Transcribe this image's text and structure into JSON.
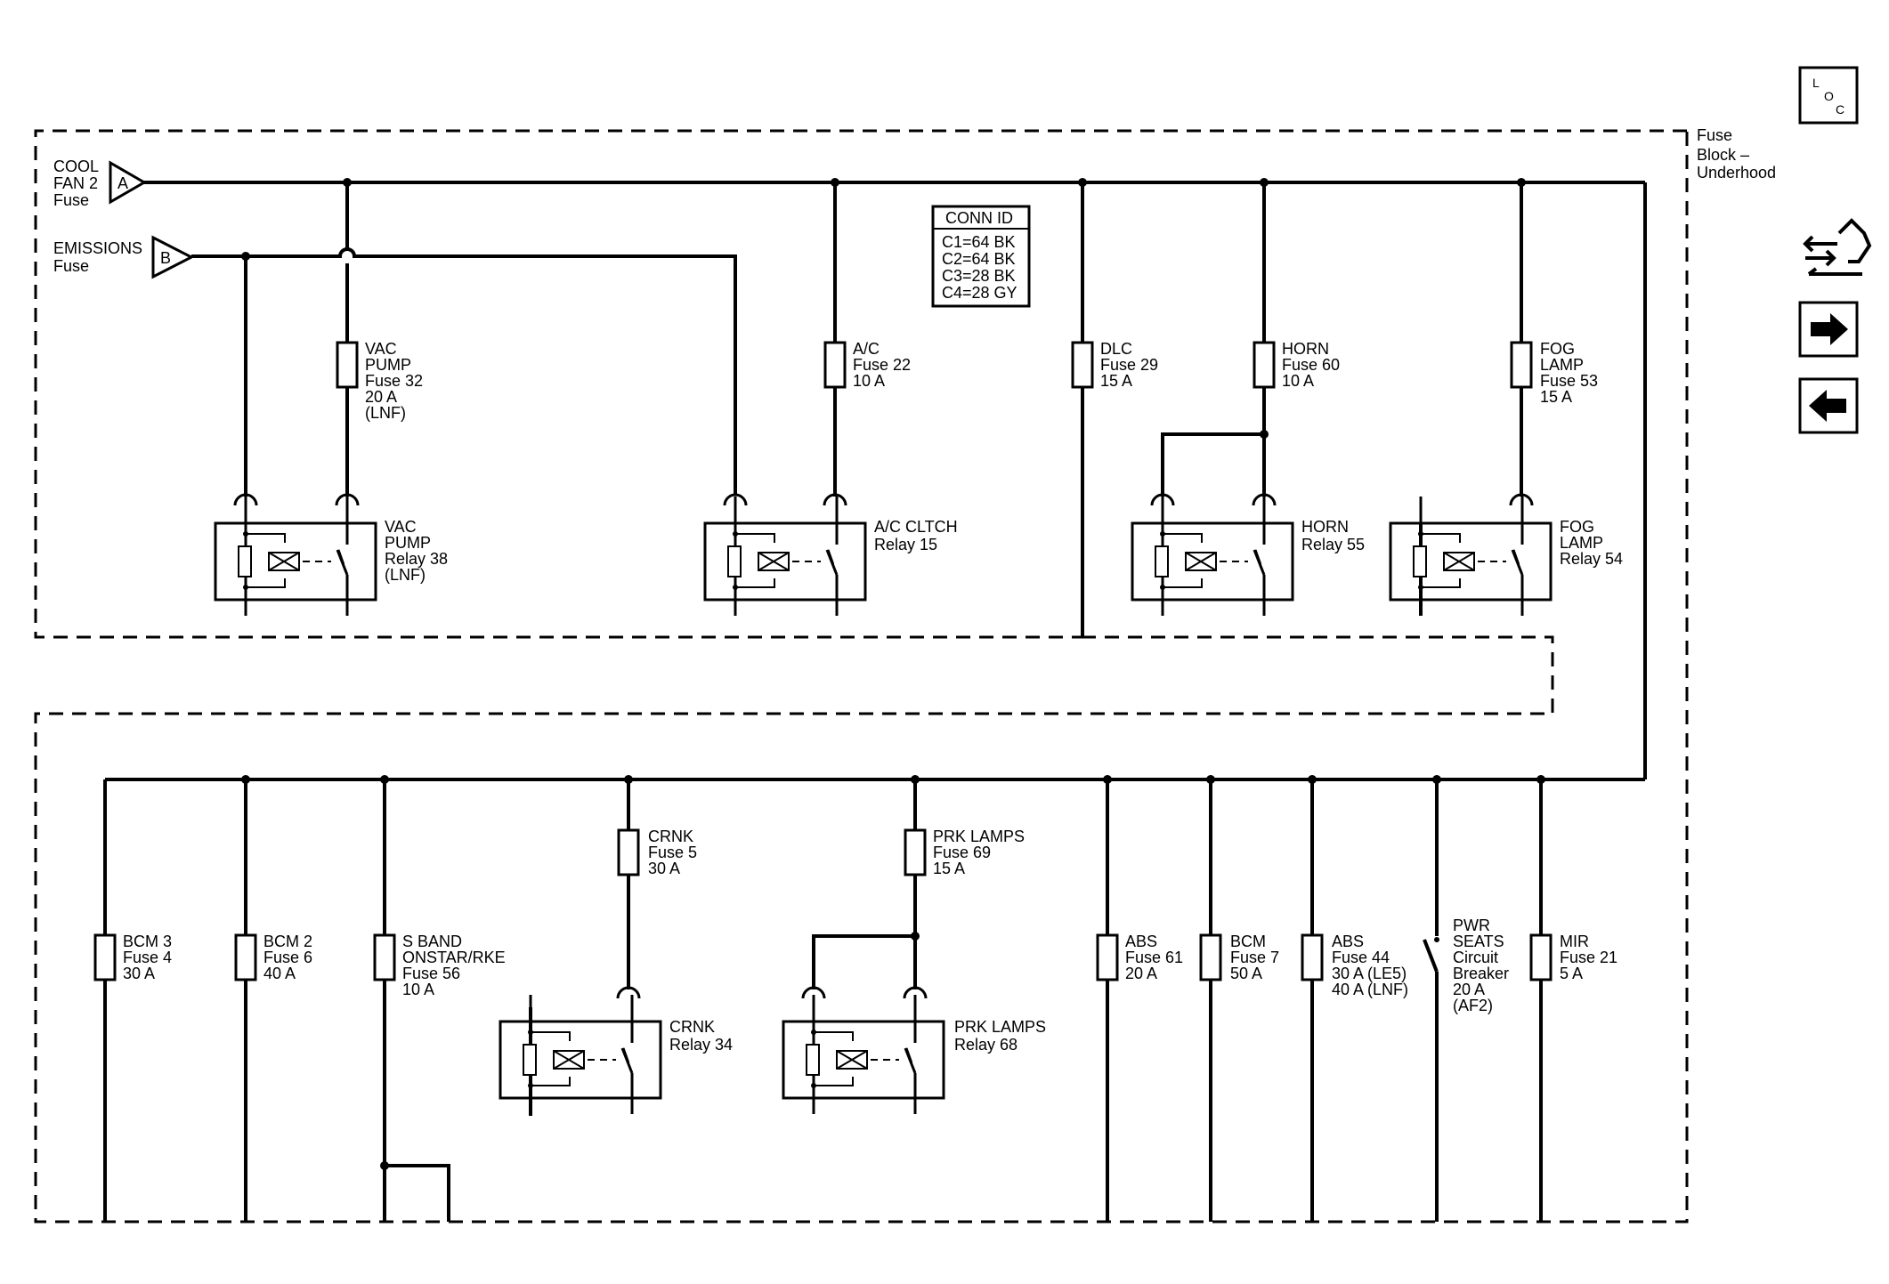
{
  "fuse_block": {
    "label": [
      "Fuse",
      "Block –",
      "Underhood"
    ]
  },
  "inputs": [
    {
      "id": "A",
      "label": [
        "COOL",
        "FAN 2",
        "Fuse"
      ]
    },
    {
      "id": "B",
      "label": [
        "EMISSIONS",
        "Fuse"
      ]
    }
  ],
  "conn_id": {
    "title": "CONN ID",
    "rows": [
      "C1=64 BK",
      "C2=64 BK",
      "C3=28 BK",
      "C4=28 GY"
    ]
  },
  "upper_fuses": [
    {
      "name": "fuse-vac-pump",
      "label": [
        "VAC",
        "PUMP",
        "Fuse 32",
        "20 A",
        "(LNF)"
      ]
    },
    {
      "name": "fuse-ac",
      "label": [
        "A/C",
        "Fuse 22",
        "10 A"
      ]
    },
    {
      "name": "fuse-dlc",
      "label": [
        "DLC",
        "Fuse 29",
        "15 A"
      ]
    },
    {
      "name": "fuse-horn",
      "label": [
        "HORN",
        "Fuse 60",
        "10 A"
      ]
    },
    {
      "name": "fuse-fog-lamp",
      "label": [
        "FOG",
        "LAMP",
        "Fuse 53",
        "15 A"
      ]
    }
  ],
  "relays": [
    {
      "name": "relay-vac-pump",
      "label": [
        "VAC",
        "PUMP",
        "Relay 38",
        "(LNF)"
      ]
    },
    {
      "name": "relay-ac-cltch",
      "label": [
        "A/C CLTCH",
        "Relay 15"
      ]
    },
    {
      "name": "relay-horn",
      "label": [
        "HORN",
        "Relay 55"
      ]
    },
    {
      "name": "relay-fog-lamp",
      "label": [
        "FOG",
        "LAMP",
        "Relay 54"
      ]
    },
    {
      "name": "relay-crnk",
      "label": [
        "CRNK",
        "Relay 34"
      ]
    },
    {
      "name": "relay-prk-lamps",
      "label": [
        "PRK LAMPS",
        "Relay 68"
      ]
    }
  ],
  "lower_fuses": [
    {
      "name": "fuse-bcm3",
      "label": [
        "BCM 3",
        "Fuse 4",
        "30 A"
      ]
    },
    {
      "name": "fuse-bcm2",
      "label": [
        "BCM 2",
        "Fuse 6",
        "40 A"
      ]
    },
    {
      "name": "fuse-s-band",
      "label": [
        "S BAND",
        "ONSTAR/RKE",
        "Fuse 56",
        "10 A"
      ]
    },
    {
      "name": "fuse-crnk",
      "label": [
        "CRNK",
        "Fuse 5",
        "30 A"
      ]
    },
    {
      "name": "fuse-prk-lamps",
      "label": [
        "PRK LAMPS",
        "Fuse 69",
        "15 A"
      ]
    },
    {
      "name": "fuse-abs61",
      "label": [
        "ABS",
        "Fuse 61",
        "20 A"
      ]
    },
    {
      "name": "fuse-bcm7",
      "label": [
        "BCM",
        "Fuse 7",
        "50 A"
      ]
    },
    {
      "name": "fuse-abs44",
      "label": [
        "ABS",
        "Fuse 44",
        "30 A (LE5)",
        "40 A (LNF)"
      ]
    },
    {
      "name": "breaker-pwr-seats",
      "label": [
        "PWR",
        "SEATS",
        "Circuit",
        "Breaker",
        "20 A",
        "(AF2)"
      ]
    },
    {
      "name": "fuse-mir",
      "label": [
        "MIR",
        "Fuse 21",
        "5 A"
      ]
    }
  ],
  "nav": {
    "loc": [
      "L",
      "O",
      "C"
    ],
    "buttons": [
      "component-swap-icon",
      "next-arrow-icon",
      "previous-arrow-icon"
    ]
  }
}
